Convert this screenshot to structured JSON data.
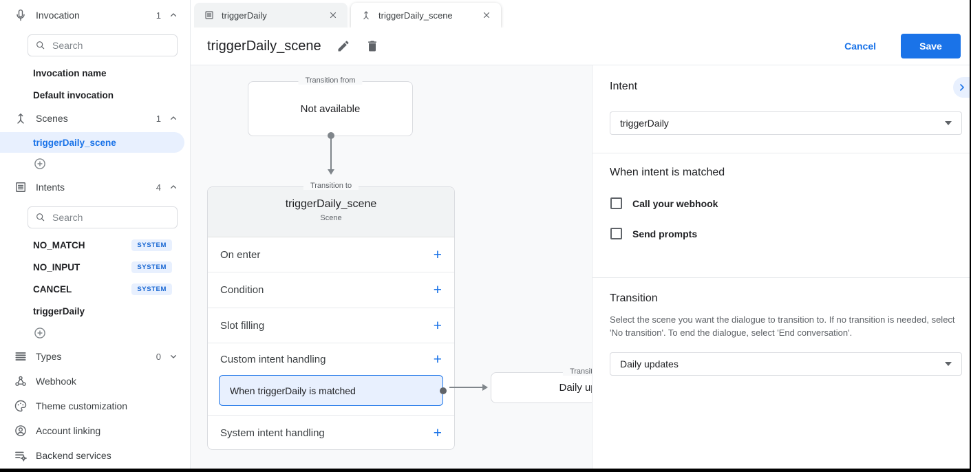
{
  "colors": {
    "accent": "#1a73e8",
    "selected_bg": "#e8f0fe",
    "badge_text": "#1967d2"
  },
  "sidebar": {
    "invocation": {
      "label": "Invocation",
      "count": "1",
      "search_placeholder": "Search",
      "items": [
        {
          "label": "Invocation name"
        },
        {
          "label": "Default invocation"
        }
      ]
    },
    "scenes": {
      "label": "Scenes",
      "count": "1",
      "items": [
        {
          "label": "triggerDaily_scene",
          "selected": true
        }
      ]
    },
    "intents": {
      "label": "Intents",
      "count": "4",
      "search_placeholder": "Search",
      "items": [
        {
          "label": "NO_MATCH",
          "badge": "SYSTEM"
        },
        {
          "label": "NO_INPUT",
          "badge": "SYSTEM"
        },
        {
          "label": "CANCEL",
          "badge": "SYSTEM"
        },
        {
          "label": "triggerDaily",
          "badge": ""
        }
      ]
    },
    "types": {
      "label": "Types",
      "count": "0"
    },
    "links": [
      {
        "label": "Webhook"
      },
      {
        "label": "Theme customization"
      },
      {
        "label": "Account linking"
      },
      {
        "label": "Backend services"
      }
    ]
  },
  "tabs": [
    {
      "label": "triggerDaily"
    },
    {
      "label": "triggerDaily_scene"
    }
  ],
  "header": {
    "title": "triggerDaily_scene",
    "cancel_label": "Cancel",
    "save_label": "Save"
  },
  "canvas": {
    "transition_from": {
      "legend": "Transition from",
      "text": "Not available"
    },
    "scene_card": {
      "legend": "Transition to",
      "title": "triggerDaily_scene",
      "subtitle": "Scene",
      "rows": [
        {
          "label": "On enter"
        },
        {
          "label": "Condition"
        },
        {
          "label": "Slot filling"
        },
        {
          "label": "Custom intent handling"
        },
        {
          "label": "System intent handling"
        }
      ],
      "matched_item": "When triggerDaily is matched"
    },
    "next_card": {
      "legend": "Transition to",
      "text": "Daily updates"
    }
  },
  "panel": {
    "intent_heading": "Intent",
    "intent_value": "triggerDaily",
    "matched_heading": "When intent is matched",
    "checkbox_webhook": "Call your webhook",
    "checkbox_prompts": "Send prompts",
    "transition_heading": "Transition",
    "transition_description": "Select the scene you want the dialogue to transition to. If no transition is needed, select 'No transition'. To end the dialogue, select 'End conversation'.",
    "transition_value": "Daily updates"
  }
}
